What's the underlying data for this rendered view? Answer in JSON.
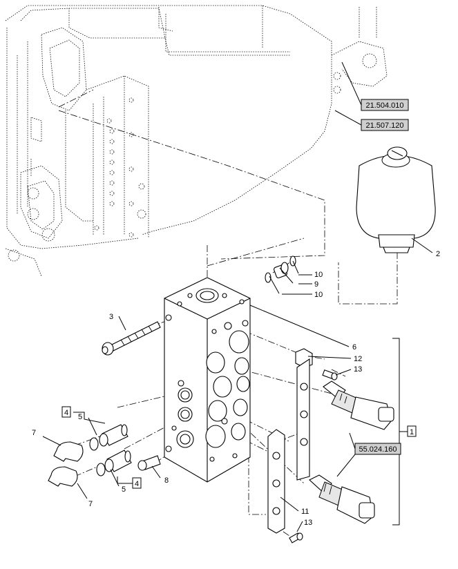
{
  "references": {
    "ref1": "21.504.010",
    "ref2": "21.507.120",
    "ref3": "55.024.160"
  },
  "callouts": {
    "c1": "1",
    "c2": "2",
    "c3": "3",
    "c4a": "4",
    "c4b": "4",
    "c5a": "5",
    "c5b": "5",
    "c6": "6",
    "c7a": "7",
    "c7b": "7",
    "c8": "8",
    "c9": "9",
    "c10a": "10",
    "c10b": "10",
    "c11": "11",
    "c12": "12",
    "c13a": "13",
    "c13b": "13"
  }
}
